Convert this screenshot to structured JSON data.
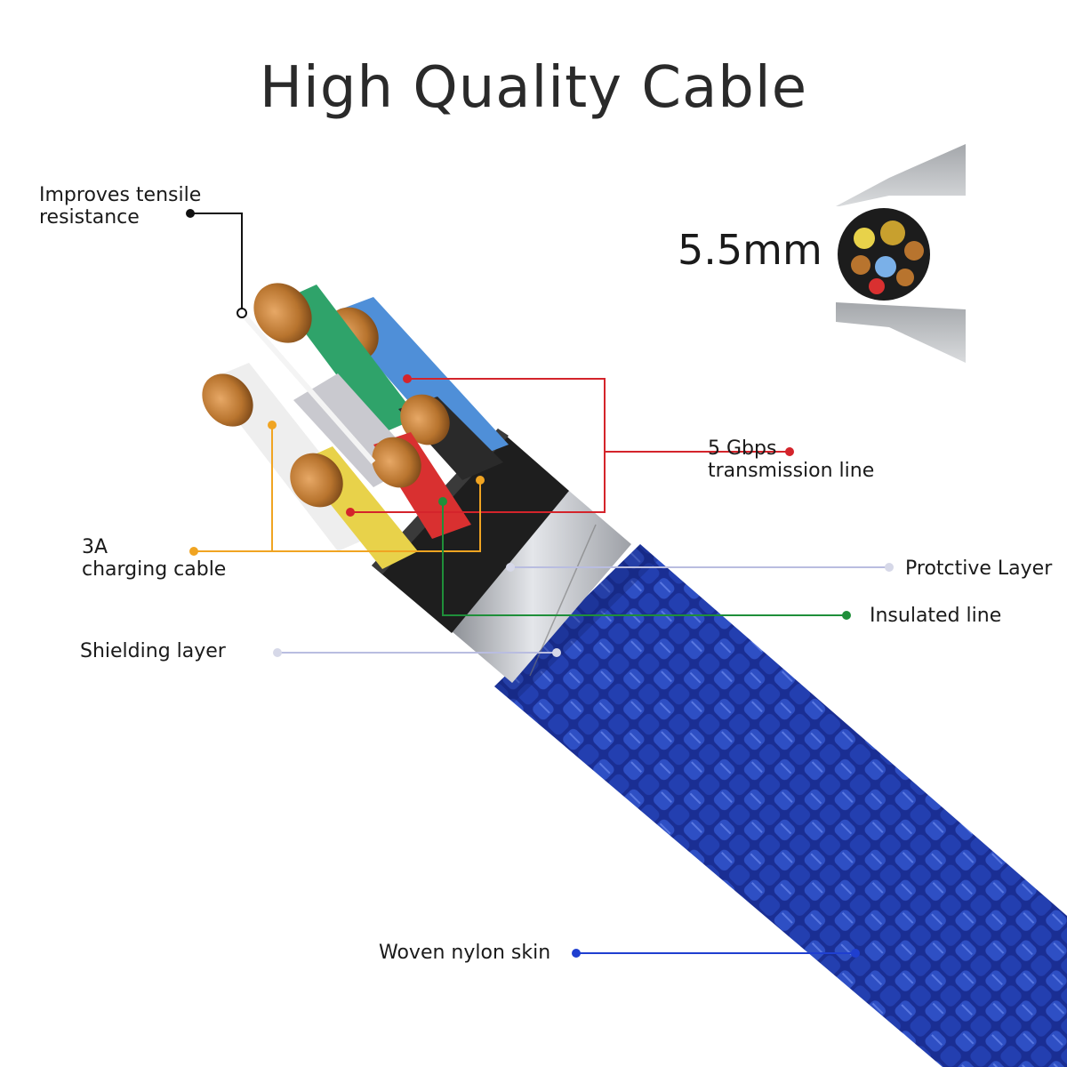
{
  "title": "High Quality Cable",
  "diameter_label": "5.5mm",
  "labels": {
    "tensile": "Improves tensile\nresistance",
    "transmission": "5 Gbps\ntransmission line",
    "charging": "3A\ncharging cable",
    "protective": "Protctive Layer",
    "insulated": "Insulated line",
    "shielding": "Shielding layer",
    "nylon": "Woven nylon skin"
  },
  "colors": {
    "braid": "#1d36a8",
    "protective_ring": "#c8cbd0",
    "shield_black": "#1c1c1c",
    "copper": "#b8742e",
    "wire_blue": "#4f8fd8",
    "wire_green": "#2fa36a",
    "wire_red": "#d93030",
    "wire_yellow": "#e8d24a",
    "wire_white": "#eeeeee",
    "wire_black": "#2a2a2a",
    "leader_black": "#111111",
    "leader_red": "#d4242b",
    "leader_orange": "#f0a422",
    "leader_grey": "#b9bde0",
    "leader_green": "#1f8f3a",
    "leader_blue": "#1f3fd0"
  }
}
